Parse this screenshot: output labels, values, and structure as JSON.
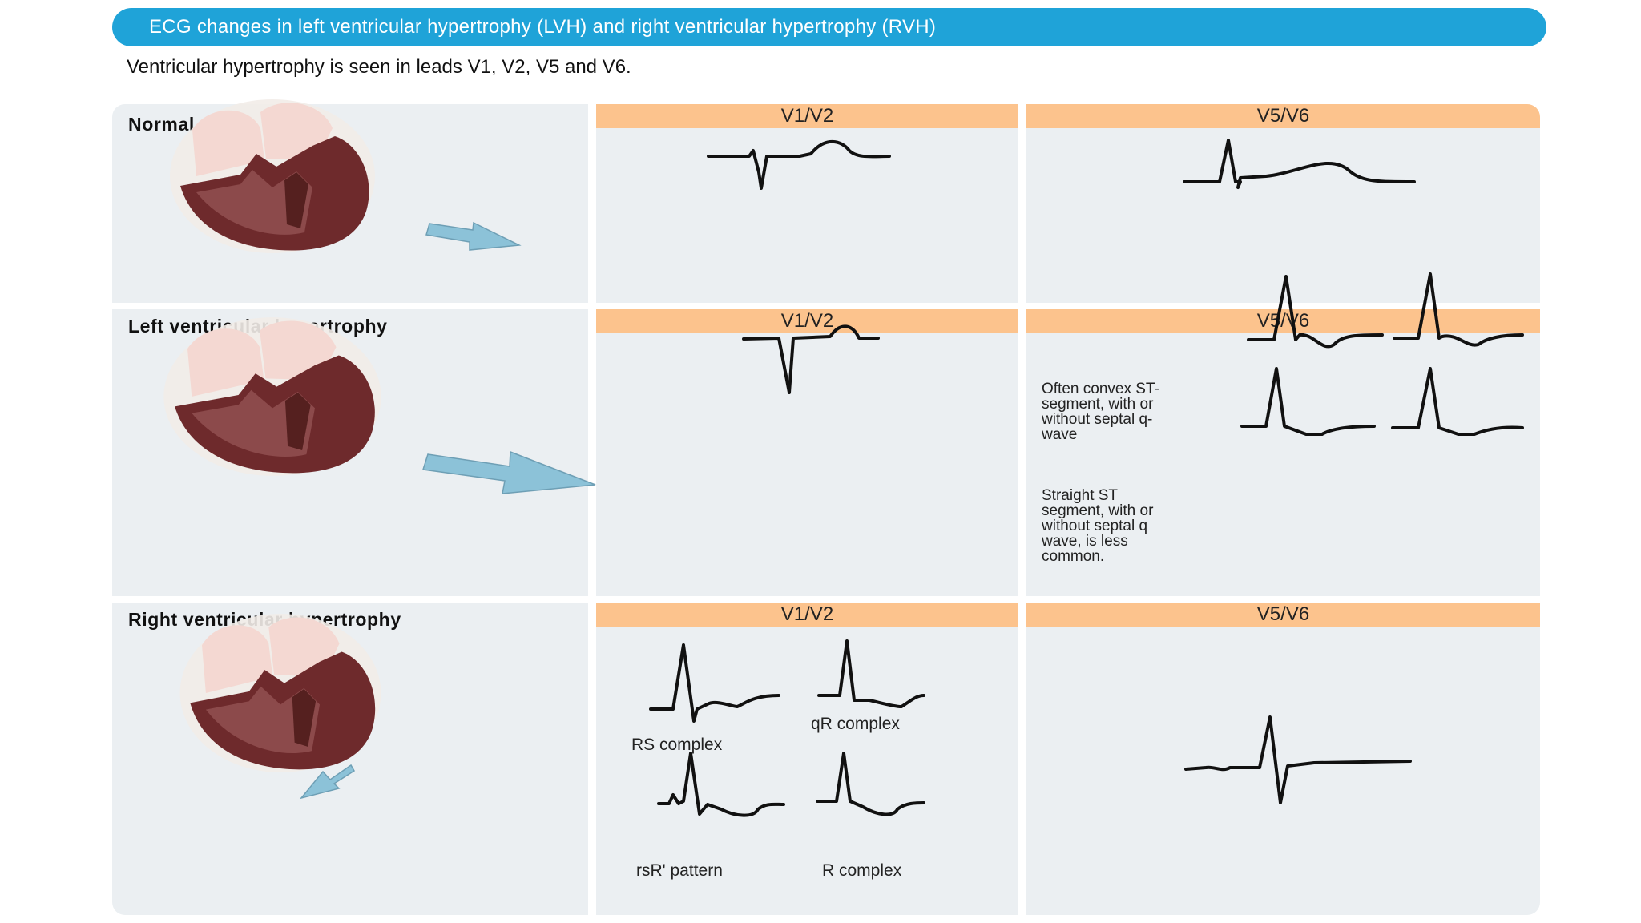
{
  "header": {
    "title": "ECG changes in left ventricular hypertrophy (LVH) and right ventricular hypertrophy (RVH)",
    "subtitle": "Ventricular hypertrophy is seen in leads V1, V2, V5 and V6."
  },
  "rows": [
    {
      "label": "Normal",
      "col1": "V1/V2",
      "col2": "V5/V6"
    },
    {
      "label": "Left ventricular hypertrophy",
      "col1": "V1/V2",
      "col2": "V5/V6",
      "note_convex": "Often convex ST-\nsegment, with or\nwithout septal q-\nwave",
      "note_straight": "Straight ST\nsegment, with or\nwithout septal q\nwave, is less\ncommon."
    },
    {
      "label": "Right ventricular hypertrophy",
      "col1": "V1/V2",
      "col2": "V5/V6",
      "captions": [
        "RS complex",
        "qR complex",
        "rsR' pattern",
        "R complex"
      ]
    }
  ],
  "colors": {
    "title_bar": "#1fa3d8",
    "column_header": "#fcc38d",
    "cell_background": "#ebeff2",
    "myocardium": "#6e2a2c",
    "atria": "#f4d8d2",
    "vector_arrow": "#8cc2d8"
  },
  "icons": [
    "heart-illustration-icon",
    "vector-arrow-icon"
  ]
}
